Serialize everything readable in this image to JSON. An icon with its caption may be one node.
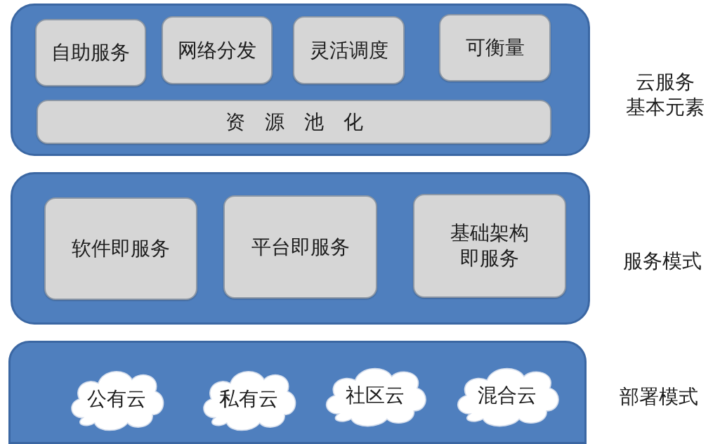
{
  "diagram": {
    "nodes": [
      {
        "text": [
          "云服务基本元素"
        ]
      },
      {
        "text": [
          "自助服务"
        ],
        "in": 0
      },
      {
        "text": [
          "网络分发"
        ],
        "in": 0
      },
      {
        "text": [
          "灵活调度"
        ],
        "in": 0
      },
      {
        "text": [
          "可衡量"
        ],
        "in": 0
      },
      {
        "text": [
          "资源池化"
        ],
        "in": 0
      },
      {
        "text": [
          "服务模式"
        ]
      },
      {
        "text": [
          "软件即服务"
        ],
        "in": 6
      },
      {
        "text": [
          "平台即服务"
        ],
        "in": 6
      },
      {
        "text": [
          "基础架构即服务"
        ],
        "in": 6
      },
      {
        "text": [
          "部署模式"
        ]
      },
      {
        "text": [
          "公有云"
        ],
        "in": 10
      },
      {
        "text": [
          "私有云"
        ],
        "in": 10
      },
      {
        "text": [
          "社区云"
        ],
        "in": 10
      },
      {
        "text": [
          "混合云"
        ],
        "in": 10
      }
    ]
  }
}
